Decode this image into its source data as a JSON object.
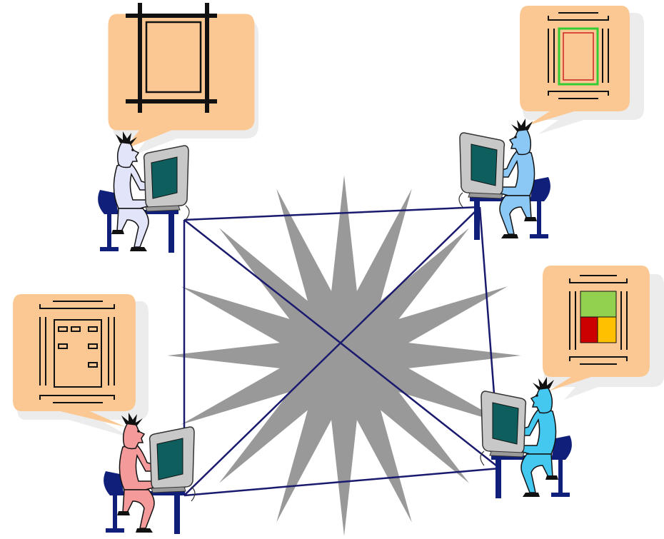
{
  "colors": {
    "bubble": "#FBC893",
    "bubble_shadow": "#ECECEC",
    "starburst": "#999999",
    "network_line": "#1A1A6E",
    "floorplan_ink": "#111111",
    "plan_outer_green": "#33CC33",
    "plan_inner_red": "#CC2222",
    "block_green": "#92D050",
    "block_red": "#CC0000",
    "block_yellow": "#FFC000",
    "monitor_screen": "#0E5E5E",
    "monitor_body": "#C8C8C8",
    "chair": "#10207A",
    "person_top_left": "#E2E4FA",
    "person_top_right": "#8CC8F5",
    "person_bottom_left": "#F49A9A",
    "person_bottom_right": "#45C8F0"
  },
  "icons": {
    "center": "starburst-icon",
    "network": "network-link-icon",
    "workstation": "person-at-computer-icon",
    "plan_frame": "floorplan-frame-icon",
    "plan_rooms": "floorplan-rooms-icon",
    "plan_outlined": "floorplan-outlined-icon",
    "plan_blocks": "floorplan-blocks-icon"
  },
  "participants": [
    {
      "id": "top-left",
      "bubble_content": "floorplan-frame-icon"
    },
    {
      "id": "top-right",
      "bubble_content": "floorplan-outlined-icon"
    },
    {
      "id": "bottom-left",
      "bubble_content": "floorplan-rooms-icon"
    },
    {
      "id": "bottom-right",
      "bubble_content": "floorplan-blocks-icon"
    }
  ]
}
